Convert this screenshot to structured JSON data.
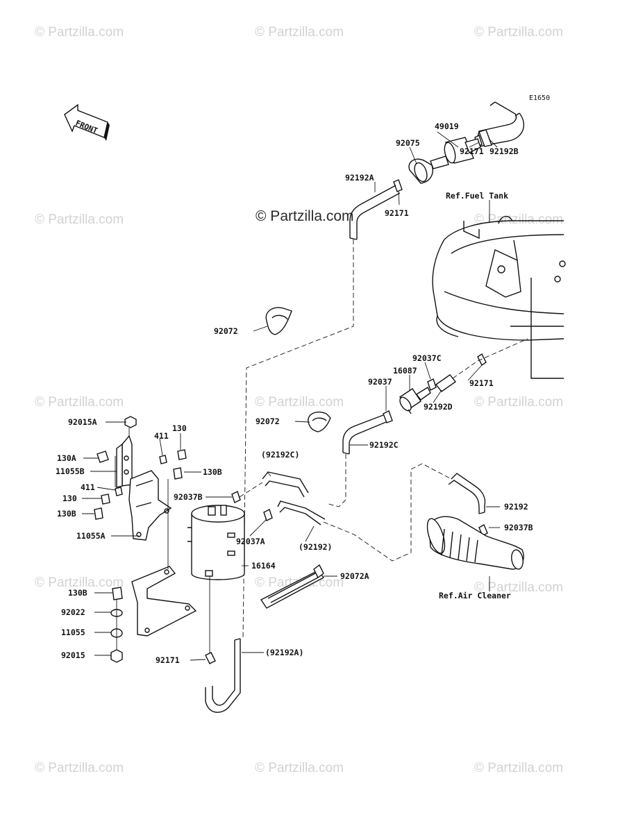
{
  "diagram_code": "E1650",
  "front_label": "FRONT",
  "watermarks": {
    "main": "© Partzilla.com",
    "repeat": "© Partzilla.com"
  },
  "labels": {
    "p49019": "49019",
    "p92075": "92075",
    "p92192B": "92192B",
    "p92171_top": "92171",
    "p92192A": "92192A",
    "p92171_mid": "92171",
    "ref_fuel_tank": "Ref.Fuel Tank",
    "p92072_a": "92072",
    "p92037C": "92037C",
    "p16087": "16087",
    "p92037": "92037",
    "p92171_right": "92171",
    "p92192D": "92192D",
    "p92072_b": "92072",
    "p92192C": "92192C",
    "p92015A": "92015A",
    "p130_top": "130",
    "p411_top": "411",
    "p130A": "130A",
    "p11055B": "11055B",
    "p130B_top": "130B",
    "p92192C_paren": "(92192C)",
    "p411_mid": "411",
    "p130_mid": "130",
    "p92037B_left": "92037B",
    "p130B_mid": "130B",
    "p92192": "92192",
    "p92037B_right": "92037B",
    "p11055A": "11055A",
    "p92037A": "92037A",
    "p92192_paren": "(92192)",
    "p16164": "16164",
    "p92072A": "92072A",
    "ref_air_cleaner": "Ref.Air Cleaner",
    "p130B_low": "130B",
    "p92022": "92022",
    "p11055": "11055",
    "p92015": "92015",
    "p92171_low": "92171",
    "p92192A_paren": "(92192A)"
  }
}
